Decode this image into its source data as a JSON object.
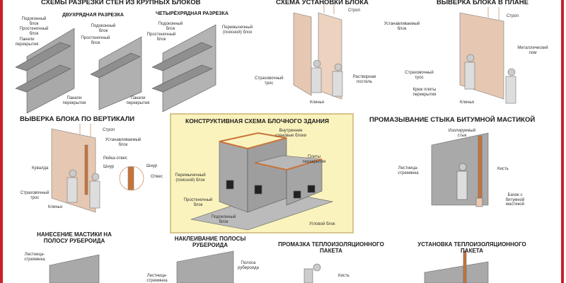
{
  "colors": {
    "frame": "#c8202a",
    "center_box": "#fbf3bd",
    "block": "#e8c9b4",
    "wall": "#a8a8a8",
    "beam": "#c8733a"
  },
  "s1": {
    "title": "СХЕМЫ РАЗРЕЗКИ СТЕН ИЗ КРУПНЫХ БЛОКОВ",
    "sub1": "ДВУХРЯДНАЯ РАЗРЕЗКА",
    "sub2": "ЧЕТЫРЁХРЯДНАЯ РАЗРЕЗКА",
    "l1": "Подоконный блок",
    "l2": "Простеночный блок",
    "l3": "Панели перекрытия",
    "l4": "Подоконный блок",
    "l5": "Простеночный блок",
    "l6": "Панели перекрытия",
    "l7": "Подоконный блок",
    "l8": "Простеночный блок",
    "l9": "Перемычечный (поясной) блок",
    "l10": "Панели перекрытия"
  },
  "s2": {
    "title": "СХЕМА УСТАНОВКИ БЛОКА",
    "l1": "Строп",
    "l2": "Устанавливаемый блок",
    "l3": "Растворная постель",
    "l4": "Клинья",
    "l5": "Страховочный трос"
  },
  "s3": {
    "title": "ВЫВЕРКА БЛОКА В ПЛАНЕ",
    "l1": "Строп",
    "l2": "Металлический лом",
    "l3": "Страховочный трос",
    "l4": "Крюк плиты перекрытия",
    "l5": "Клинья"
  },
  "s4": {
    "title": "ВЫВЕРКА БЛОКА ПО ВЕРТИКАЛИ",
    "l1": "Строп",
    "l2": "Устанавливаемый блок",
    "l3": "Рейка-отвес",
    "l4": "Шнур",
    "l5": "Кувалда",
    "l6": "Страховочный трос",
    "l7": "Клинья",
    "l8": "Шнур",
    "l9": "Отвес"
  },
  "s5": {
    "title": "КОНСТРУКТИВНАЯ СХЕМА БЛОЧНОГО ЗДАНИЯ",
    "l1": "Внутренние стеновые блоки",
    "l2": "Плиты перекрытия",
    "l3": "Перемычечный (поясной) блок",
    "l4": "Простеночный блок",
    "l5": "Подоконный блок",
    "l6": "Угловой блок"
  },
  "s6": {
    "title": "ПРОМАЗЫВАНИЕ СТЫКА БИТУМНОЙ МАСТИКОЙ",
    "l1": "Изолируемый стык",
    "l2": "Кисть",
    "l3": "Лестница-стремянка",
    "l4": "Бачок с битумной мастикой"
  },
  "s7": {
    "title": "НАНЕСЕНИЕ МАСТИКИ НА ПОЛОСУ РУБЕРОИДА",
    "l1": "Лестница-стремянка"
  },
  "s8": {
    "title": "НАКЛЕИВАНИЕ ПОЛОСЫ РУБЕРОИДА",
    "l1": "Полоса рубероида",
    "l2": "Лестница-стремянка"
  },
  "s9": {
    "title": "ПРОМАЗКА ТЕПЛОИЗОЛЯЦИОННОГО ПАКЕТА",
    "l1": "Кисть"
  },
  "s10": {
    "title": "УСТАНОВКА ТЕПЛОИЗОЛЯЦИОННОГО ПАКЕТА"
  }
}
